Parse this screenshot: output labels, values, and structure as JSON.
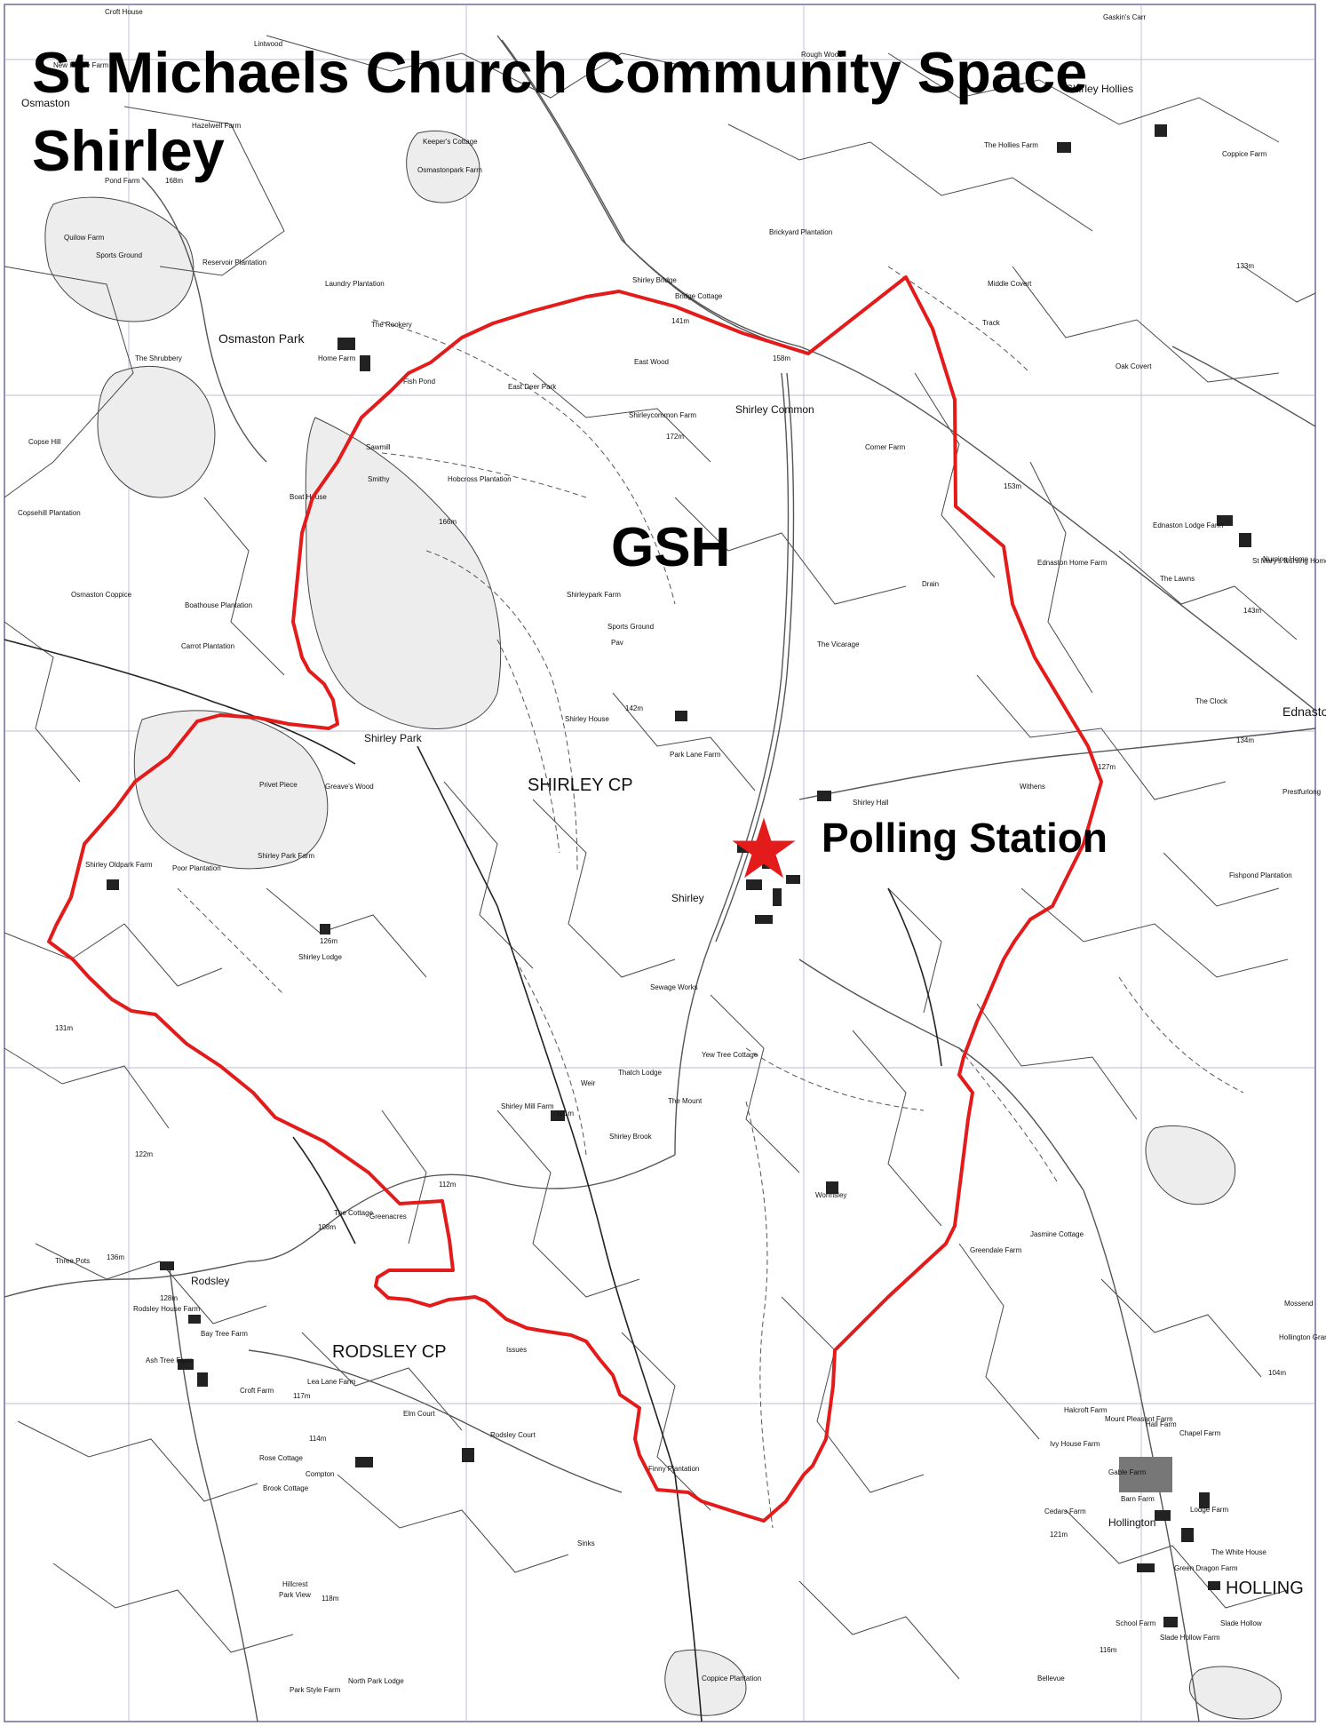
{
  "title": {
    "line1": "St Michaels Church Community Space",
    "line2": "Shirley"
  },
  "area_label": "GSH",
  "marker": {
    "label": "Polling Station",
    "icon": "star-icon",
    "color": "#e31b1b"
  },
  "boundary": {
    "color": "#e31b1b"
  },
  "parish_labels": [
    "SHIRLEY CP",
    "RODSLEY CP",
    "HOLLING"
  ],
  "place_labels": [
    "Osmaston",
    "Osmaston Park",
    "Shirley Park",
    "Shirley",
    "Shirley Common",
    "Rodsley",
    "Compton",
    "Hollington",
    "East Deer Park",
    "Privet Piece",
    "Greave's Wood",
    "Shirley Bridge",
    "Middle Covert",
    "Oak Covert",
    "Corner Farm",
    "The Hollies Farm",
    "Ednaston Lodge Farm",
    "Ednaston Home Farm",
    "Shirley Park Farm",
    "Shirley Oldpark Farm",
    "Shirley Lodge",
    "Shirley Mill Farm",
    "Sewage Works",
    "Park Lane Farm",
    "Shirley Hall",
    "The Vicarage",
    "Shirleypark Farm",
    "Sports Ground",
    "Carrot Plantation",
    "Boathouse Plantation",
    "Osmaston Coppice",
    "Laundry Plantation",
    "The Rookery",
    "Brickyard Plantation",
    "Hobcross Plantation",
    "Shirleycommon Farm",
    "Fishpond Plantation",
    "Jasmine Cottage",
    "Greendale Farm",
    "Wormsley",
    "The Mount",
    "Yew Tree Cottage",
    "Thatch Lodge",
    "Bay Tree Farm",
    "Rodsley House Farm",
    "Ash Tree Farm",
    "Croft Farm",
    "Lea Lane Farm",
    "Rodsley Court",
    "Elm Court",
    "Finny Plantation",
    "Rose Cottage",
    "Brook Cottage",
    "Park View",
    "Park Style Farm",
    "North Park Lodge",
    "Hillcrest",
    "Halcroft Farm",
    "Ivy House Farm",
    "Hall Farm",
    "Chapel Farm",
    "Gable Farm",
    "Barn Farm",
    "Cedars Farm",
    "Lodge Farm",
    "The White House",
    "Green Dragon Farm",
    "School Farm",
    "Slade Hollow",
    "Slade Hollow Farm",
    "Bellevue",
    "Coppice Plantation",
    "Mount Pleasant Farm",
    "Hollington Grange",
    "St Mary's Nursing Home",
    "The Lawns",
    "Three Pots",
    "Fish Pond",
    "Sawmill",
    "Keeper's Cottage",
    "Osmastonpark Farm",
    "Reservoir Plantation",
    "Home Farm",
    "Pond Farm",
    "Hazelwell Farm",
    "New House Farm",
    "Copse Hill",
    "Copsehill Plantation",
    "Poor Plantation",
    "Smithy",
    "Boat House",
    "Shirley House",
    "Withens",
    "The Clock",
    "Sinks",
    "Issues",
    "Track",
    "Drain",
    "Pav",
    "Weir",
    "East Wood",
    "The Cottage",
    "Greenacres",
    "Shirley Brook",
    "Ednaston",
    "Prestfurlong",
    "Mossend",
    "Gaskin's Carr",
    "Rough Wood",
    "Lintwood",
    "Croft House",
    "Quilow Farm",
    "Sports Ground",
    "The Shrubbery",
    "Bridge Cottage",
    "Nursing Home",
    "Coppice Farm",
    "Shirley Hollies"
  ],
  "spot_heights": [
    "168m",
    "166m",
    "172m",
    "141m",
    "158m",
    "153m",
    "143m",
    "142m",
    "127m",
    "134m",
    "133m",
    "131m",
    "122m",
    "112m",
    "108m",
    "114m",
    "117m",
    "118m",
    "121m",
    "116m",
    "104m",
    "101m",
    "126m",
    "136m",
    "128m"
  ]
}
